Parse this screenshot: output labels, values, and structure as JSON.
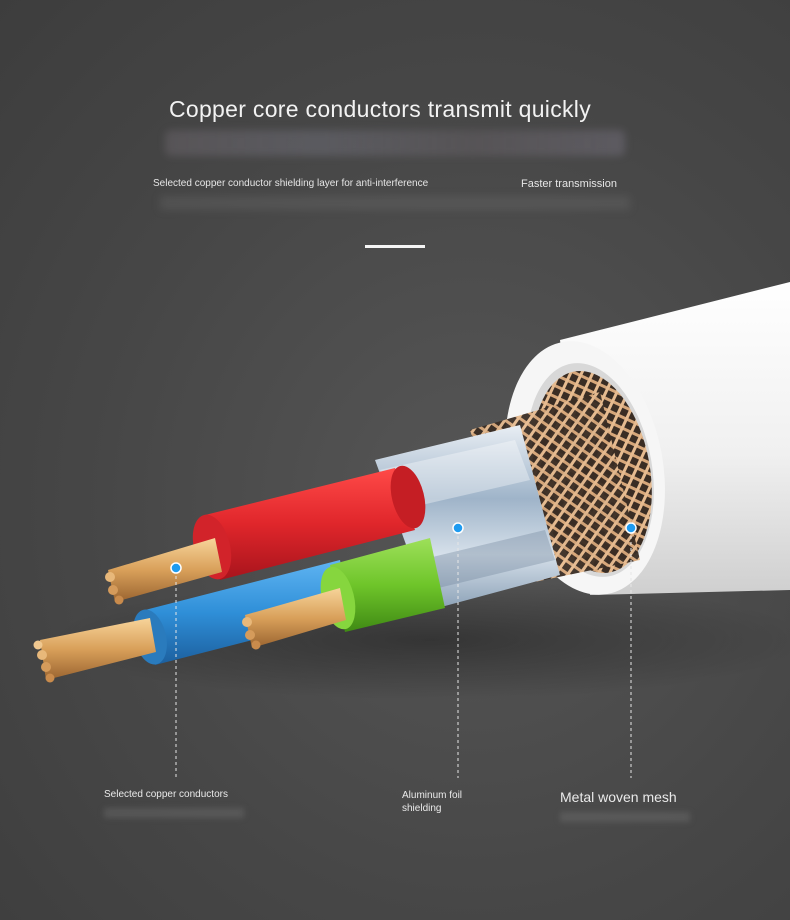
{
  "header": {
    "headline": "Copper core conductors transmit quickly",
    "subtitle_left": "Selected copper conductor shielding layer for anti-interference",
    "subtitle_right": "Faster transmission"
  },
  "callouts": {
    "copper": "Selected copper conductors",
    "foil": "Aluminum foil shielding",
    "mesh": "Metal woven mesh"
  },
  "colors": {
    "background": "#4a4a4a",
    "red_wire": "#e0262b",
    "blue_wire": "#2f8fd8",
    "green_wire": "#6fc52a",
    "jacket": "#f2f2f2",
    "copper": "#d9a05a",
    "marker_dot": "#1e9bf0"
  }
}
